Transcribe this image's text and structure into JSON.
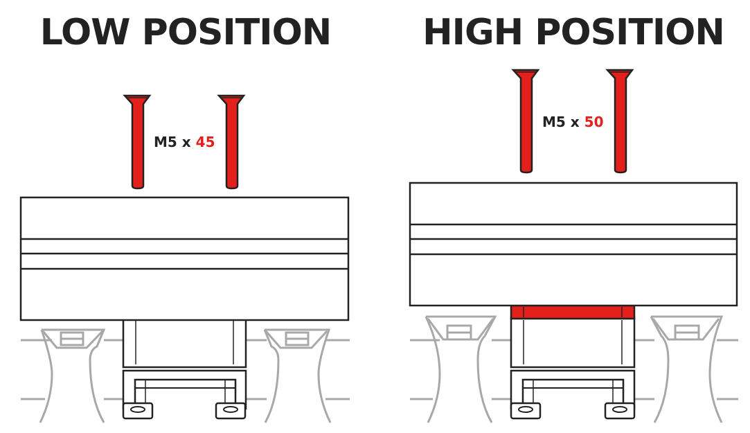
{
  "low": {
    "title": "LOW POSITION",
    "screw_size_prefix": "M5 x ",
    "screw_length": "45"
  },
  "high": {
    "title": "HIGH POSITION",
    "screw_size_prefix": "M5 x ",
    "screw_length": "50"
  },
  "colors": {
    "accent": "#E3201B",
    "ink": "#222222",
    "rail": "#A8A8A8"
  }
}
